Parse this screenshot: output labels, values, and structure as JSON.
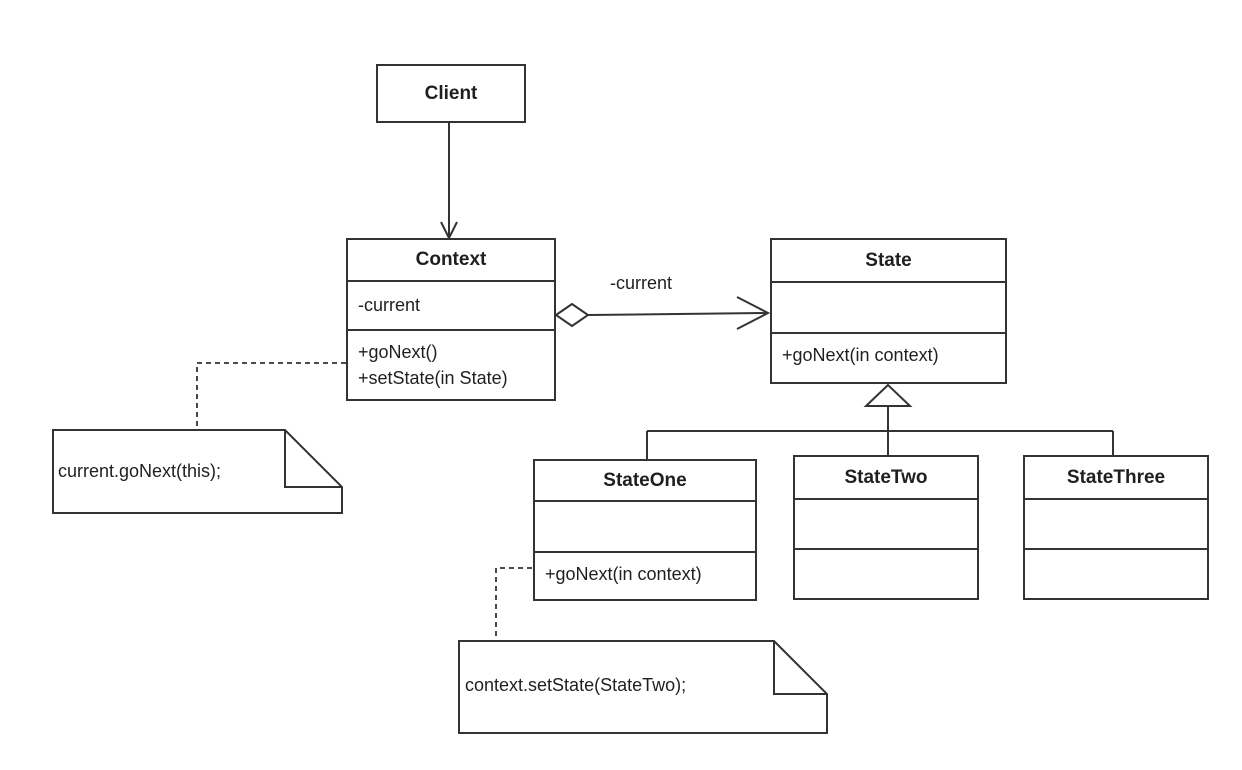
{
  "diagram": {
    "colors": {
      "background": "#ffffff",
      "stroke": "#333333",
      "text": "#1f1f1f"
    },
    "classes": {
      "client": {
        "name": "Client"
      },
      "context": {
        "name": "Context",
        "attributes": [
          "-current"
        ],
        "methods": [
          "+goNext()",
          "+setState(in State)"
        ]
      },
      "state": {
        "name": "State",
        "attributes": [],
        "methods": [
          "+goNext(in context)"
        ]
      },
      "state_one": {
        "name": "StateOne",
        "attributes": [],
        "methods": [
          "+goNext(in context)"
        ]
      },
      "state_two": {
        "name": "StateTwo",
        "attributes": [],
        "methods": []
      },
      "state_three": {
        "name": "StateThree",
        "attributes": [],
        "methods": []
      }
    },
    "relationships": {
      "aggregation_label": "-current"
    },
    "notes": [
      {
        "text": "current.goNext(this);"
      },
      {
        "text": "context.setState(StateTwo);"
      }
    ]
  }
}
